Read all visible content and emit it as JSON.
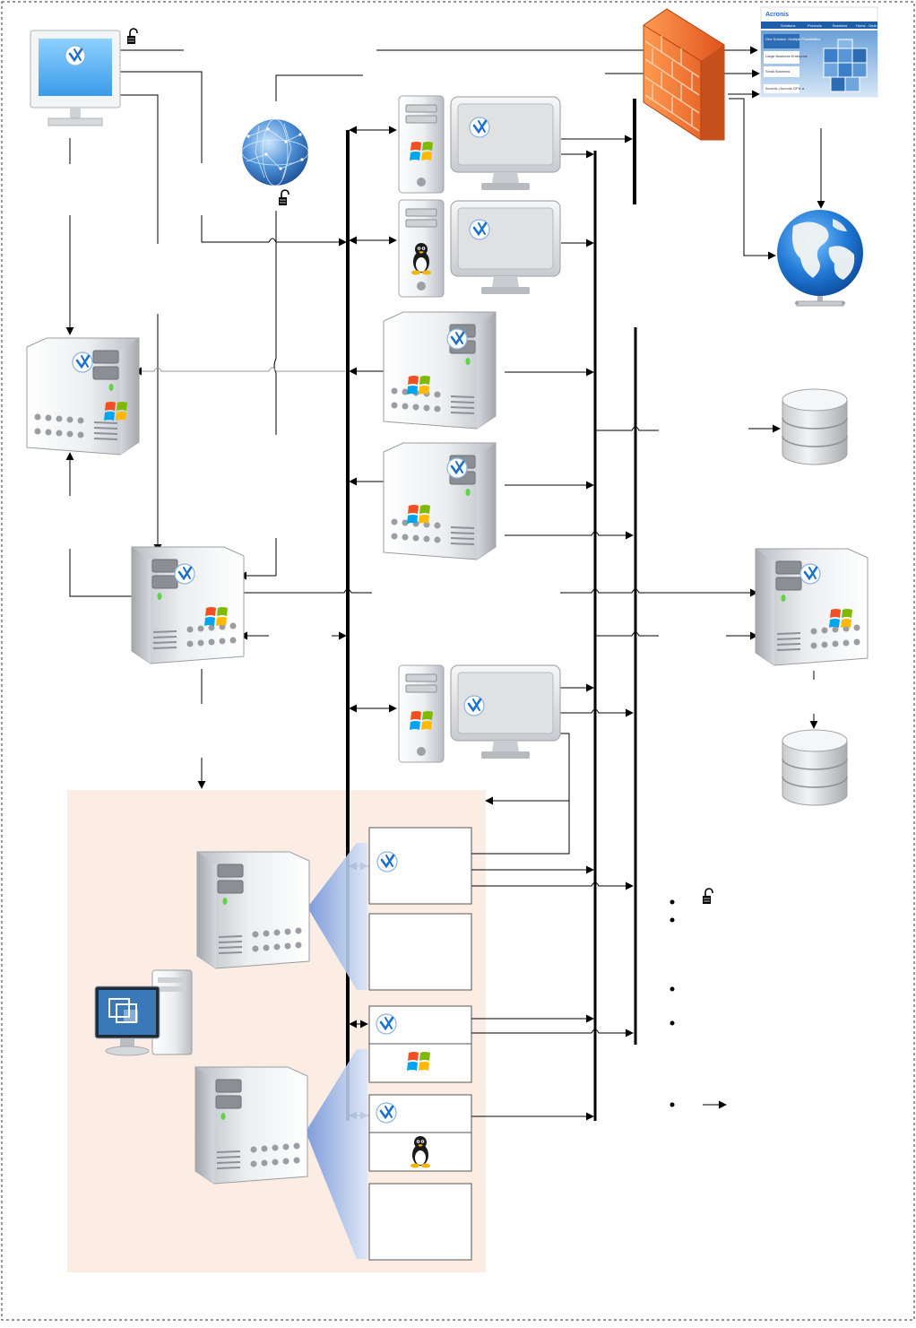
{
  "diagram": {
    "colors": {
      "border": "#333333",
      "line": "#000000",
      "vmZone": "#fcede4",
      "firewall": "#f26b2a",
      "globe": "#2f7fd6",
      "acronisBlue": "#1b6fcf",
      "cube": "#3d7fc6"
    },
    "icons": [
      "workstation-icon",
      "lock-icon",
      "globe-icon",
      "firewall-icon",
      "website-thumbnail",
      "world-globe-icon",
      "tower-pc-icon",
      "tower-server-icon",
      "database-icon",
      "virtual-machine-icon",
      "hypervisor-icon",
      "windows-logo",
      "linux-logo",
      "acronis-logo"
    ]
  },
  "website": {
    "brand": "Acronis",
    "nav": [
      "Solutions",
      "Products",
      "Business",
      "Home - Desk"
    ],
    "menu": [
      "One Solution. Multiple Possibilities.",
      "Large Business Enterprise",
      "Small Business",
      "Acronis | Acronis GPIL a"
    ]
  }
}
